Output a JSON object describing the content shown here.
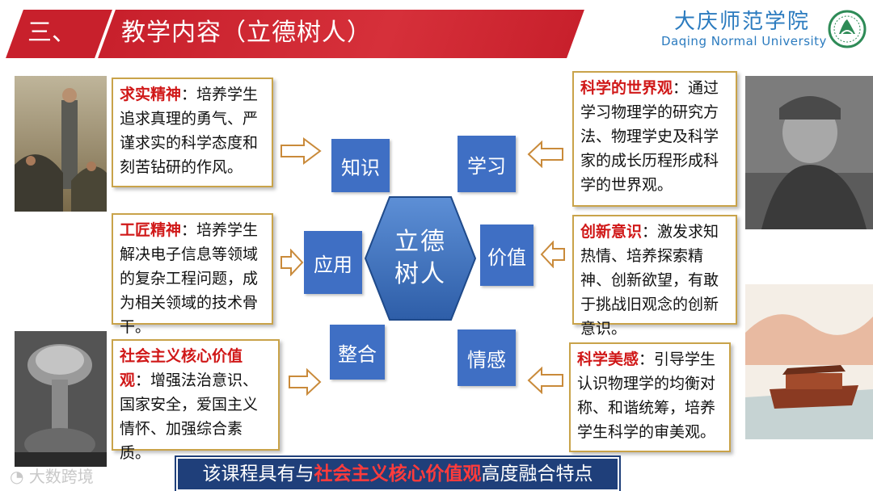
{
  "header": {
    "section_number": "三、",
    "title": "教学内容（立德树人）",
    "university_cn": "大庆师范学院",
    "university_en": "Daqing  Normal  University"
  },
  "center": {
    "line1": "立德",
    "line2": "树人"
  },
  "nodes": {
    "knowledge": "知识",
    "study": "学习",
    "application": "应用",
    "value": "价值",
    "integration": "整合",
    "emotion": "情感"
  },
  "boxes": {
    "qiushi": {
      "heading": "求实精神",
      "text": "：培养学生追求真理的勇气、严谨求实的科学态度和刻苦钻研的作风。"
    },
    "gongjiang": {
      "heading": "工匠精神",
      "text": "：培养学生解决电子信息等领域的复杂工程问题，成为相关领域的技术骨干。"
    },
    "shehui": {
      "heading": "社会主义核心价值观",
      "text": "：增强法治意识、国家安全，爱国主义情怀、加强综合素质。"
    },
    "worldview": {
      "heading": "科学的世界观",
      "text": "：通过学习物理学的研究方法、物理学史及科学家的成长历程形成科学的世界观。"
    },
    "innovation": {
      "heading": "创新意识",
      "text": "：激发求知热情、培养探索精神、创新欲望，有敢于挑战旧观念的创新意识。"
    },
    "aesthetics": {
      "heading": "科学美感",
      "text": "：引导学生认识物理学的均衡对称、和谐统筹，培养学生科学的审美观。"
    }
  },
  "footer": {
    "pre": "该课程具有与",
    "highlight": "社会主义核心价值观",
    "post": "高度融合特点"
  },
  "watermark": "大数跨境",
  "colors": {
    "banner": "#c8202c",
    "node": "#3f6fc4",
    "highlight": "#d01818",
    "footer_bg": "#1f3f7a",
    "university": "#2b7bbf"
  }
}
